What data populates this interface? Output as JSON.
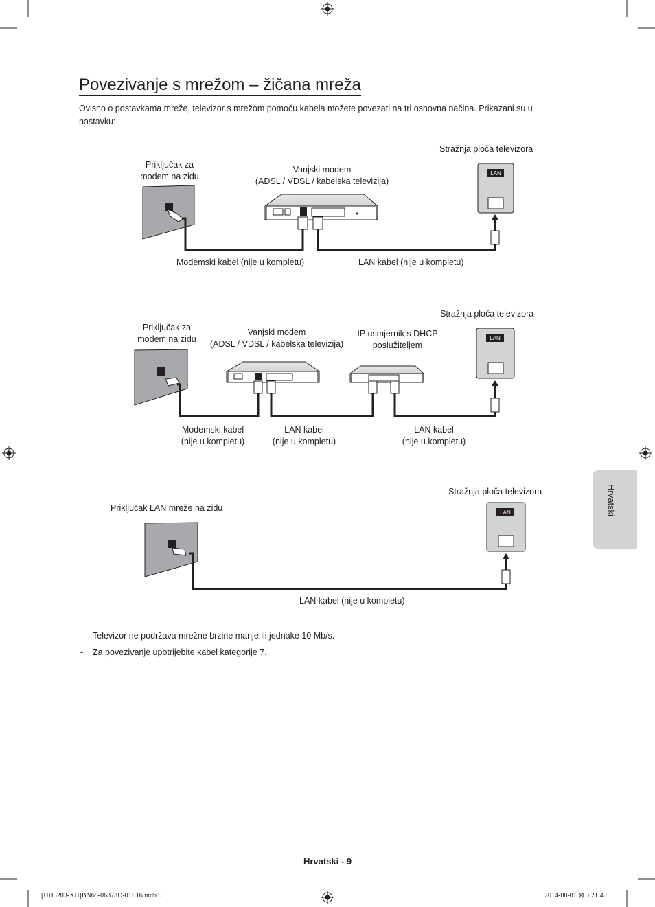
{
  "title": "Povezivanje s mrežom – žičana mreža",
  "intro": "Ovisno o postavkama mreže, televizor s mrežom pomoću kabela možete povezati na tri osnovna načina. Prikazani su u nastavku:",
  "diagram1": {
    "wall_label": "Priključak za\nmodem na zidu",
    "modem_label": "Vanjski modem\n(ADSL / VDSL / kabelska televizija)",
    "tv_label": "Stražnja ploča televizora",
    "lan_badge": "LAN",
    "modem_cable": "Modemski kabel (nije u kompletu)",
    "lan_cable": "LAN kabel (nije u kompletu)"
  },
  "diagram2": {
    "wall_label": "Priključak za\nmodem na zidu",
    "modem_label": "Vanjski modem\n(ADSL / VDSL / kabelska televizija)",
    "router_label": "IP usmjernik s DHCP\nposlužiteljem",
    "tv_label": "Stražnja ploča televizora",
    "lan_badge": "LAN",
    "modem_cable": "Modemski kabel\n(nije u kompletu)",
    "lan_cable1": "LAN kabel\n(nije u kompletu)",
    "lan_cable2": "LAN kabel\n(nije u kompletu)"
  },
  "diagram3": {
    "wall_label": "Priključak LAN mreže na zidu",
    "tv_label": "Stražnja ploča televizora",
    "lan_badge": "LAN",
    "lan_cable": "LAN kabel (nije u kompletu)"
  },
  "notes": [
    "Televizor ne podržava mrežne brzine manje ili jednake 10 Mb/s.",
    "Za povezivanje upotrijebite kabel kategorije 7."
  ],
  "side_tab": "Hrvatski",
  "page_number": "Hrvatski - 9",
  "footer_left": "[UH5203-XH]BN68-06373D-01L16.indb   9",
  "footer_right": "2014-08-01   ⊠ 3:21:49"
}
